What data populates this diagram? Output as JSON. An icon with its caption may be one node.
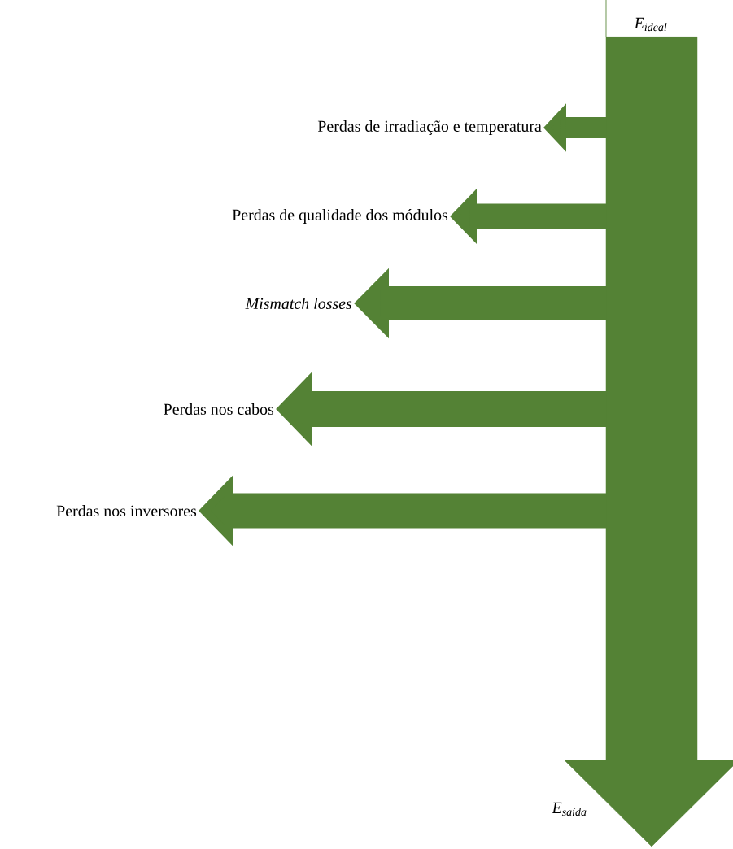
{
  "diagram": {
    "nodes": [
      {
        "text": [
          "E$_{ideal}$"
        ]
      },
      {
        "text": [
          "E$_{saída}$"
        ]
      },
      {
        "text": [
          "Perdas de irradiação e temperatura"
        ]
      },
      {
        "text": [
          "Perdas de qualidade dos módulos"
        ]
      },
      {
        "text": [
          "Mismatch losses"
        ]
      },
      {
        "text": [
          "Perdas nos cabos"
        ]
      },
      {
        "text": [
          "Perdas nos inversores"
        ]
      }
    ],
    "edges": [
      {
        "from": 0,
        "to": 1,
        "arrow": "to",
        "style": "thick"
      },
      {
        "from": null,
        "to": 2,
        "arrow": "to"
      },
      {
        "from": null,
        "to": 3,
        "arrow": "to"
      },
      {
        "from": null,
        "to": 4,
        "arrow": "to"
      },
      {
        "from": null,
        "to": 5,
        "arrow": "to"
      },
      {
        "from": null,
        "to": 6,
        "arrow": "to"
      }
    ]
  }
}
